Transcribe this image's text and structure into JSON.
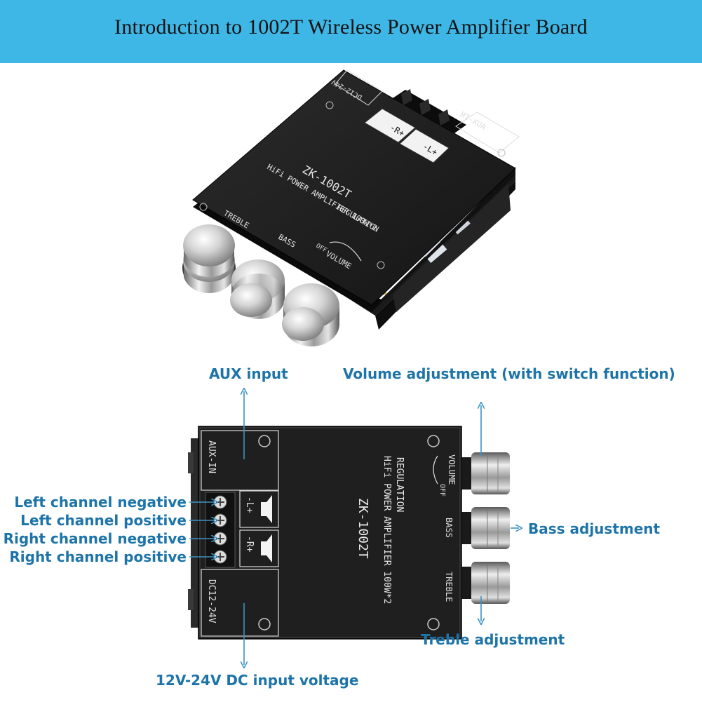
{
  "title": "Introduction to 1002T Wireless Power Amplifier Board",
  "top_board": {
    "power_label": "DC12-24V",
    "right_speaker_label": "-R+",
    "left_speaker_label": "-L+",
    "aux_label": "AUX-IN",
    "model": "ZK-1002T",
    "subtitle_line1": "HiFi POWER AMPLIFIER 100W*2",
    "subtitle_line2": "REGULATION",
    "knob_treble": "TREBLE",
    "knob_bass": "BASS",
    "knob_volume": "VOLUME",
    "off_label": "OFF"
  },
  "bottom_board": {
    "aux_label": "AUX-IN",
    "left_speaker_label": "-L+",
    "right_speaker_label": "-R+",
    "power_label": "DC12-24V",
    "model": "ZK-1002T",
    "subtitle_line1": "HiFi POWER AMPLIFIER 100W*2",
    "subtitle_line2": "REGULATION",
    "knob_volume": "VOLUME",
    "off_label": "OFF",
    "knob_bass": "BASS",
    "knob_treble": "TREBLE"
  },
  "callouts": {
    "aux_input": "AUX input",
    "volume_adjustment": "Volume adjustment (with switch function)",
    "left_negative": "Left channel negative",
    "left_positive": "Left channel positive",
    "right_negative": "Right channel negative",
    "right_positive": "Right channel positive",
    "bass_adjustment": "Bass adjustment",
    "treble_adjustment": "Treble adjustment",
    "dc_input": "12V-24V DC input voltage"
  },
  "colors": {
    "banner": "#3fb7e6",
    "callout_text": "#1d74a8",
    "arrow": "#3a93c4",
    "board": "#202020"
  }
}
